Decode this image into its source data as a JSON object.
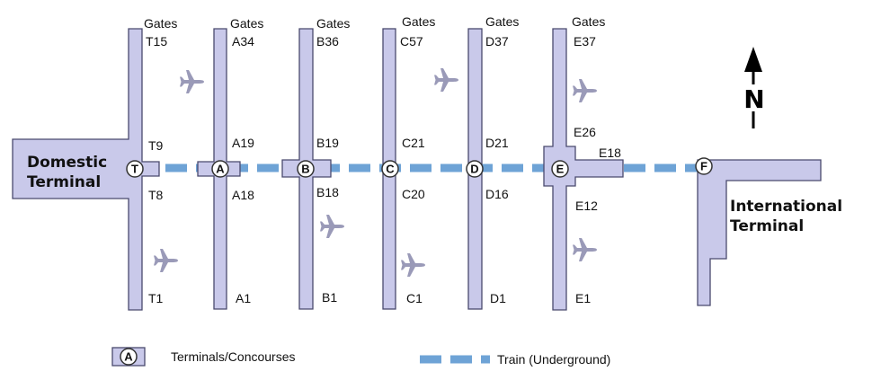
{
  "terminals": {
    "domestic": {
      "line1": "Domestic",
      "line2": "Terminal"
    },
    "international": {
      "line1": "International",
      "line2": "Terminal"
    }
  },
  "concourses": {
    "T": {
      "header": "Gates",
      "top": "T15",
      "upper": "T9",
      "lower": "T8",
      "bottom": "T1"
    },
    "A": {
      "header": "Gates",
      "top": "A34",
      "upper": "A19",
      "lower": "A18",
      "bottom": "A1"
    },
    "B": {
      "header": "Gates",
      "top": "B36",
      "upper": "B19",
      "lower": "B18",
      "bottom": "B1"
    },
    "C": {
      "header": "Gates",
      "top": "C57",
      "upper": "C21",
      "lower": "C20",
      "bottom": "C1"
    },
    "D": {
      "header": "Gates",
      "top": "D37",
      "upper": "D21",
      "lower": "D16",
      "bottom": "D1"
    },
    "E": {
      "header": "Gates",
      "top": "E37",
      "upper": "E26",
      "side": "E18",
      "lower": "E12",
      "bottom": "E1"
    }
  },
  "stations": [
    "T",
    "A",
    "B",
    "C",
    "D",
    "E",
    "F"
  ],
  "compass": {
    "label": "N"
  },
  "legend": {
    "marker": "A",
    "concourse_label": "Terminals/Concourses",
    "train_label": "Train (Underground)"
  },
  "colors": {
    "building": "#c9c9ea",
    "outline": "#4a4a6e",
    "train": "#6ea3d6",
    "plane": "#9a9ab8"
  }
}
